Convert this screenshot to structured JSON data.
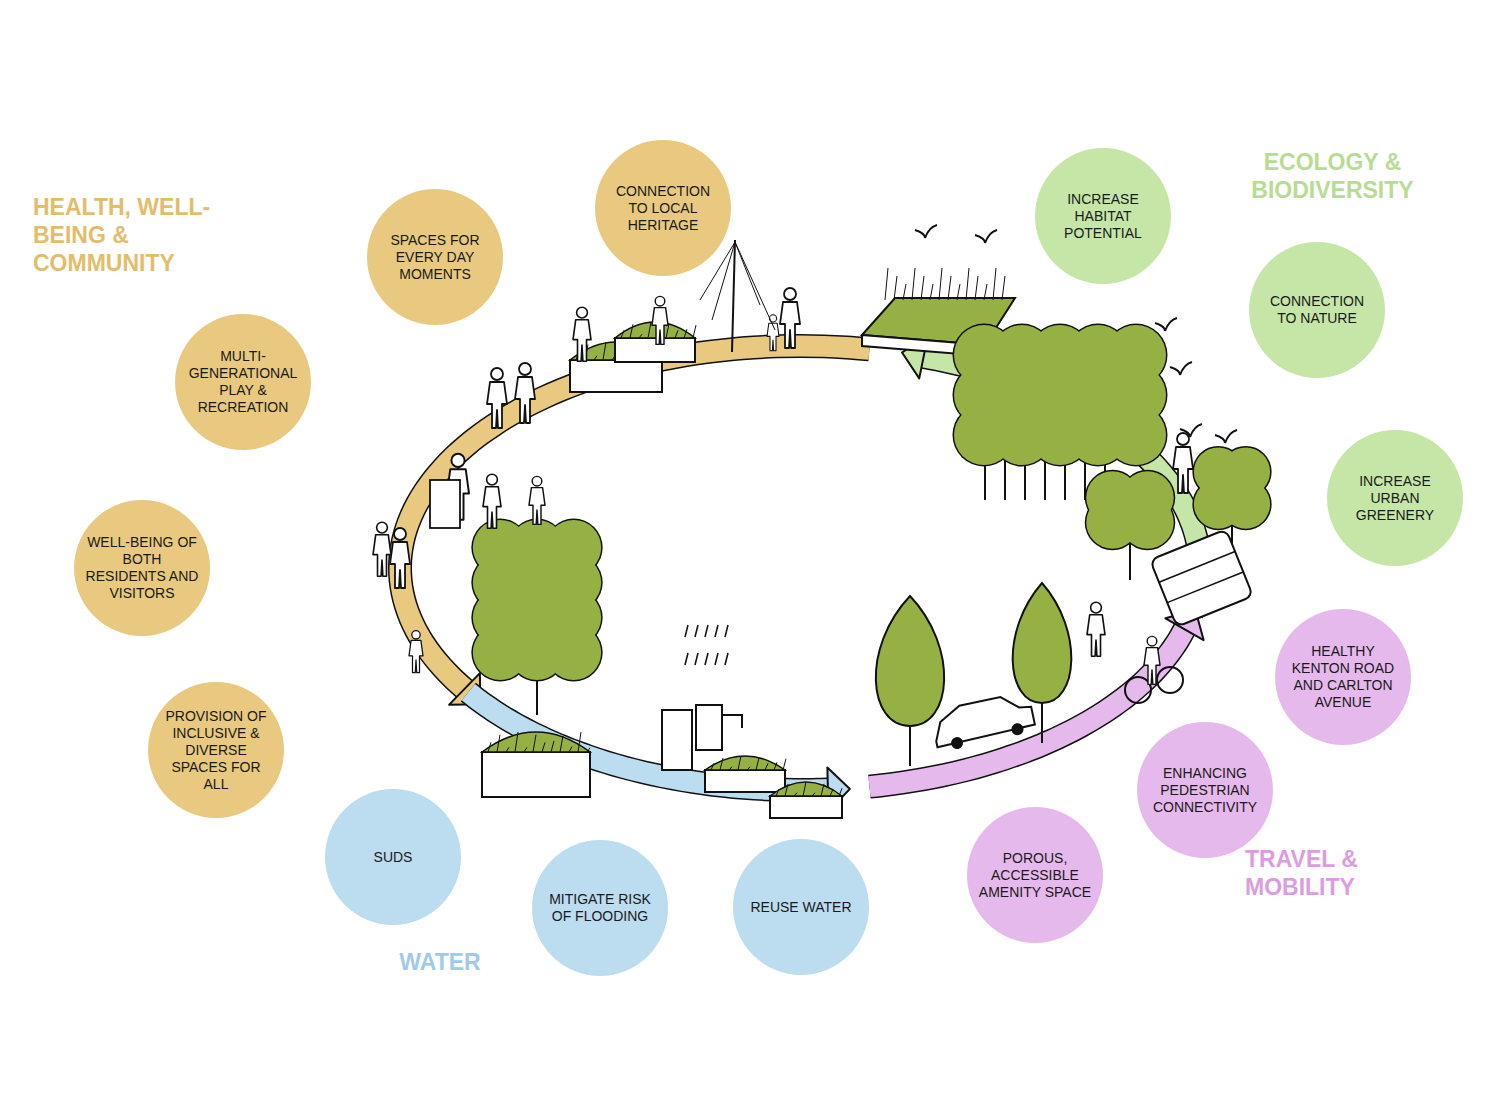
{
  "diagram": {
    "nodes": [
      {
        "text": [
          "SPACES FOR EVERY DAY MOMENTS"
        ]
      },
      {
        "text": [
          "CONNECTION TO LOCAL HERITAGE"
        ]
      },
      {
        "text": [
          "MULTI- GENERATIONAL PLAY & RECREATION"
        ]
      },
      {
        "text": [
          "WELL-BEING OF BOTH RESIDENTS AND VISITORS"
        ]
      },
      {
        "text": [
          "PROVISION OF INCLUSIVE & DIVERSE SPACES FOR ALL"
        ]
      },
      {
        "text": [
          "INCREASE HABITAT POTENTIAL"
        ]
      },
      {
        "text": [
          "CONNECTION TO NATURE"
        ]
      },
      {
        "text": [
          "INCREASE URBAN GREENERY"
        ]
      },
      {
        "text": [
          "HEALTHY KENTON ROAD AND CARLTON AVENUE"
        ]
      },
      {
        "text": [
          "ENHANCING PEDESTRIAN CONNECTIVITY"
        ]
      },
      {
        "text": [
          "POROUS, ACCESSIBLE AMENITY SPACE"
        ]
      },
      {
        "text": [
          "SUDS"
        ]
      },
      {
        "text": [
          "MITIGATE RISK OF FLOODING"
        ]
      },
      {
        "text": [
          "REUSE WATER"
        ]
      }
    ],
    "labels": [
      "HEALTH, WELL- BEING & COMMUNITY",
      "ECOLOGY & BIODIVERSITY",
      "TRAVEL & MOBILITY",
      "WATER"
    ]
  }
}
